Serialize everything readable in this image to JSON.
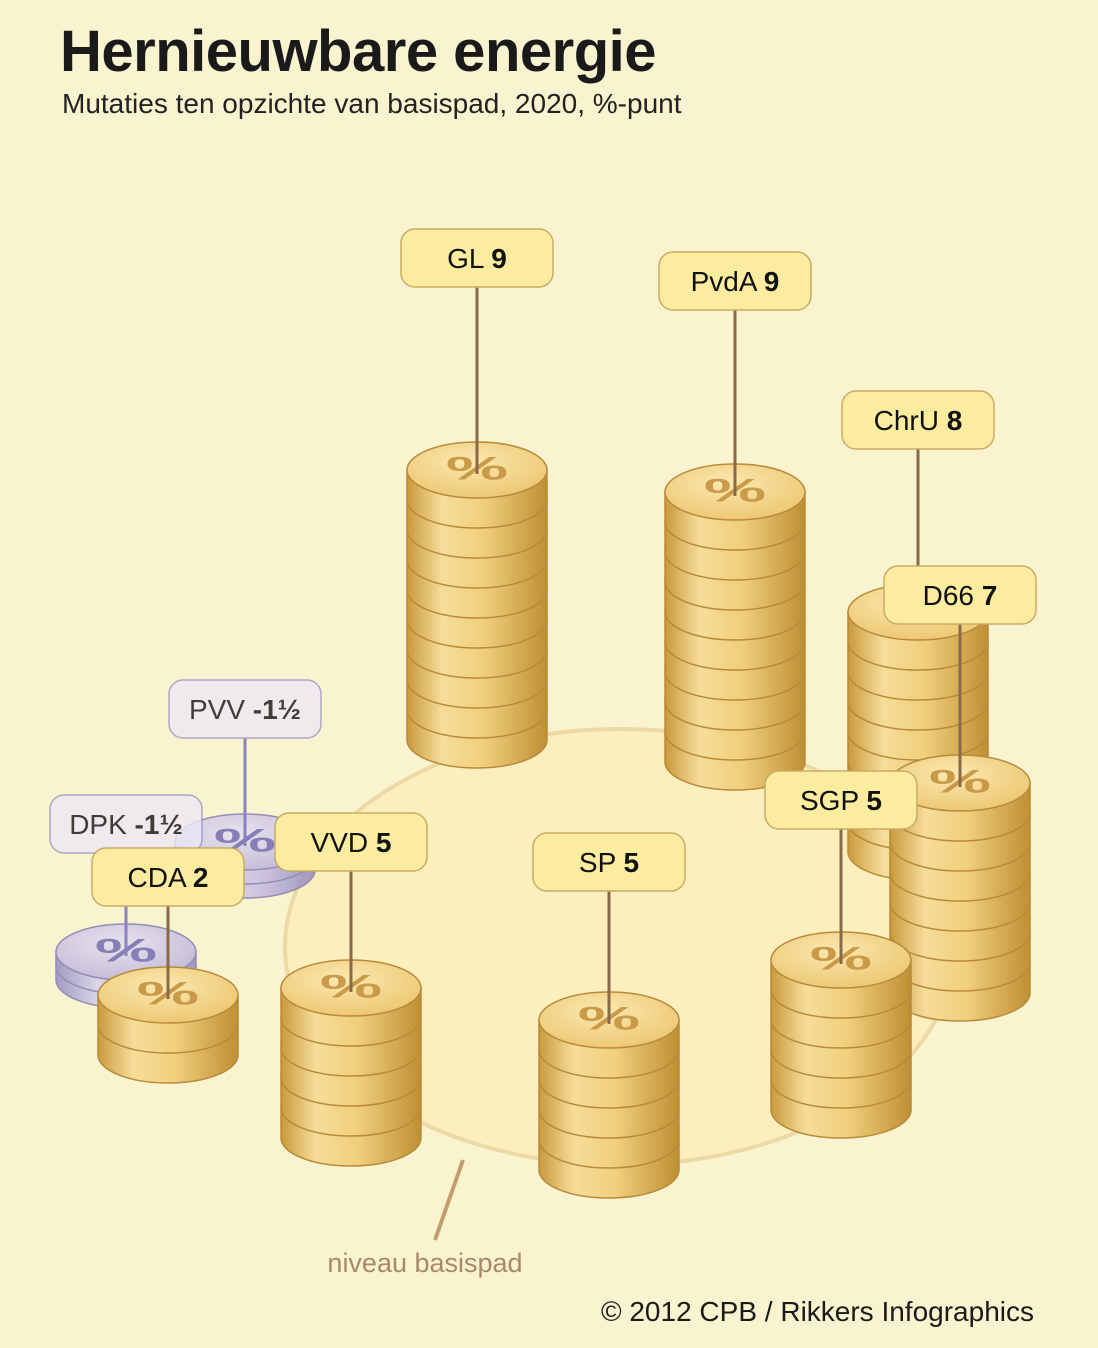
{
  "title": "Hernieuwbare energie",
  "subtitle": "Mutaties ten opzichte van basispad, 2020, %-punt",
  "credit": "© 2012 CPB / Rikkers Infographics",
  "baseline_label": "niveau basispad",
  "coin_symbol": "%",
  "colors": {
    "background": "#faf3cf",
    "positive_coin": "#f2d58a",
    "negative_coin": "#b9b1dc",
    "positive_label": "#fbeca0",
    "negative_label": "#ece8f6",
    "baseline_ellipse": "#fdefbd"
  },
  "chart_data": {
    "type": "bar",
    "title": "Hernieuwbare energie",
    "subtitle": "Mutaties ten opzichte van basispad, 2020, %-punt",
    "ylabel": "",
    "annotation": "niveau basispad",
    "categories": [
      "GL",
      "PvdA",
      "ChrU",
      "D66",
      "SGP",
      "SP",
      "VVD",
      "CDA",
      "DPK",
      "PVV"
    ],
    "values": [
      9,
      9,
      8,
      7,
      5,
      5,
      5,
      2,
      -1.5,
      -1.5
    ],
    "value_labels": [
      "9",
      "9",
      "8",
      "7",
      "5",
      "5",
      "5",
      "2",
      "-1½",
      "-1½"
    ]
  }
}
